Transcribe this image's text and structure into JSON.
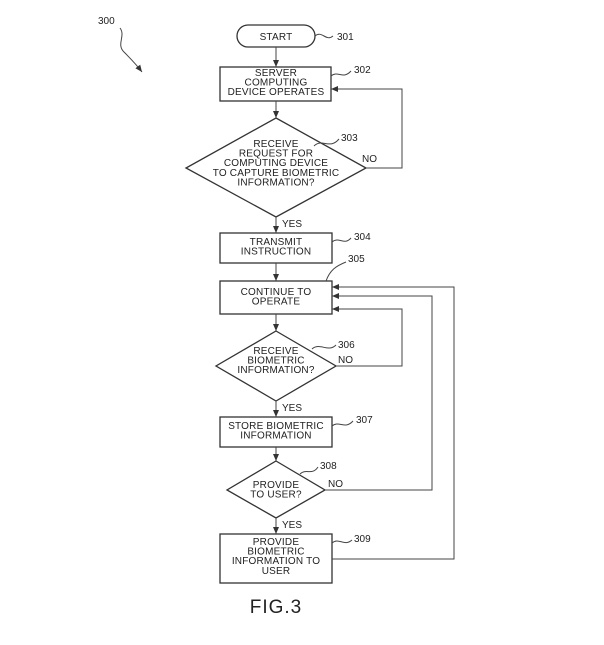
{
  "figure_number": "300",
  "figure_caption": "FIG.3",
  "nodes": {
    "start": {
      "ref": "301",
      "lines": [
        "START"
      ]
    },
    "operate": {
      "ref": "302",
      "lines": [
        "SERVER",
        "COMPUTING",
        "DEVICE OPERATES"
      ]
    },
    "request": {
      "ref": "303",
      "lines": [
        "RECEIVE",
        "REQUEST FOR",
        "COMPUTING DEVICE",
        "TO CAPTURE BIOMETRIC",
        "INFORMATION?"
      ]
    },
    "transmit": {
      "ref": "304",
      "lines": [
        "TRANSMIT",
        "INSTRUCTION"
      ]
    },
    "continue": {
      "ref": "305",
      "lines": [
        "CONTINUE TO",
        "OPERATE"
      ]
    },
    "receive_bio": {
      "ref": "306",
      "lines": [
        "RECEIVE",
        "BIOMETRIC",
        "INFORMATION?"
      ]
    },
    "store": {
      "ref": "307",
      "lines": [
        "STORE BIOMETRIC",
        "INFORMATION"
      ]
    },
    "provide_q": {
      "ref": "308",
      "lines": [
        "PROVIDE",
        "TO USER?"
      ]
    },
    "provide": {
      "ref": "309",
      "lines": [
        "PROVIDE",
        "BIOMETRIC",
        "INFORMATION TO",
        "USER"
      ]
    }
  },
  "edge_labels": {
    "request_no": "NO",
    "request_yes": "YES",
    "receive_no": "NO",
    "receive_yes": "YES",
    "provide_no": "NO",
    "provide_yes": "YES"
  }
}
